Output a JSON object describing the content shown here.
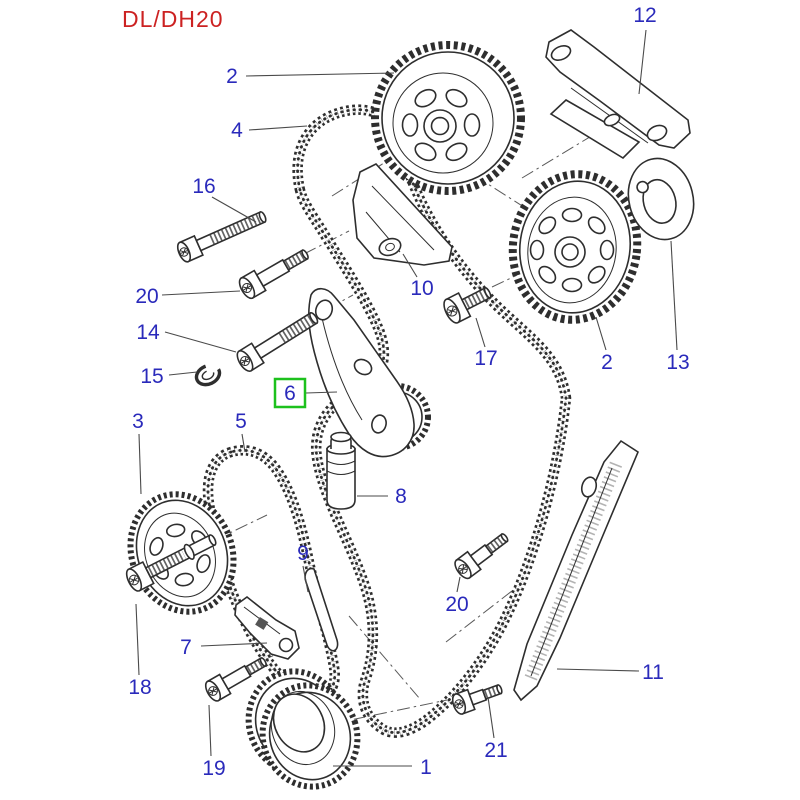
{
  "title": "DL/DH20",
  "colors": {
    "title_red": "#cc2222",
    "callout_blue": "#2a2abb",
    "highlight_green": "#1dc11d",
    "line_art": "#2e2e2e",
    "background": "#ffffff"
  },
  "callouts": {
    "c1": "1",
    "c2a": "2",
    "c2b": "2",
    "c3": "3",
    "c4": "4",
    "c5": "5",
    "c6": "6",
    "c7": "7",
    "c8": "8",
    "c9": "9",
    "c10": "10",
    "c11": "11",
    "c12": "12",
    "c13": "13",
    "c14": "14",
    "c15": "15",
    "c16": "16",
    "c17": "17",
    "c18": "18",
    "c19": "19",
    "c20a": "20",
    "c20b": "20",
    "c21": "21"
  }
}
